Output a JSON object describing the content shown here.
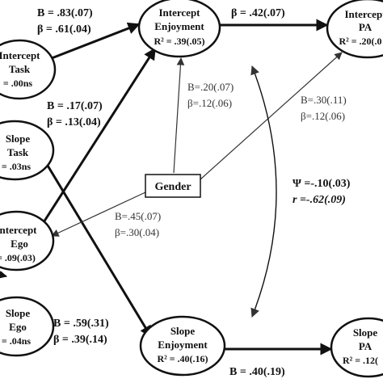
{
  "nodes": {
    "intercept_enjoyment": {
      "line1": "Intercept",
      "line2": "Enjoyment",
      "line3": "R² = .39(.05)"
    },
    "intercept_pa": {
      "line1": "Intercept",
      "line2": "PA",
      "line3": "R² = .20(.0"
    },
    "intercept_task": {
      "line1": "Intercept",
      "line2": "Task",
      "line3": "= .00ns"
    },
    "slope_task": {
      "line1": "Slope",
      "line2": "Task",
      "line3": "= .03ns"
    },
    "intercept_ego": {
      "line1": "Intercept",
      "line2": "Ego",
      "line3": "= .09(.03)"
    },
    "slope_ego": {
      "line1": "Slope",
      "line2": "Ego",
      "line3": "= .04ns"
    },
    "slope_enjoyment": {
      "line1": "Slope",
      "line2": "Enjoyment",
      "line3": "R² = .40(.16)"
    },
    "slope_pa": {
      "line1": "Slope",
      "line2": "PA",
      "line3": "R² = .12("
    },
    "gender": {
      "label": "Gender"
    }
  },
  "coefficients": {
    "top_left": {
      "b": "B = .83(.07)",
      "beta": "β = .61(.04)"
    },
    "top_right": {
      "beta": "β = .42(.07)"
    },
    "mid_left": {
      "b": "B = .17(.07)",
      "beta": "β = .13(.04)"
    },
    "gender_enjoyment": {
      "b": "B=.20(.07)",
      "beta": "β=.12(.06)"
    },
    "gender_pa": {
      "b": "B=.30(.11)",
      "beta": "β=.12(.06)"
    },
    "gender_ego": {
      "b": "B=.45(.07)",
      "beta": "β=.30(.04)"
    },
    "covariance": {
      "psi": "Ψ =-.10(.03)",
      "r": "r =-.62(.09)"
    },
    "bottom_left": {
      "b": "B = .59(.31)",
      "beta": "β = .39(.14)"
    },
    "bottom_right": {
      "b": "B = .40(.19)"
    }
  }
}
